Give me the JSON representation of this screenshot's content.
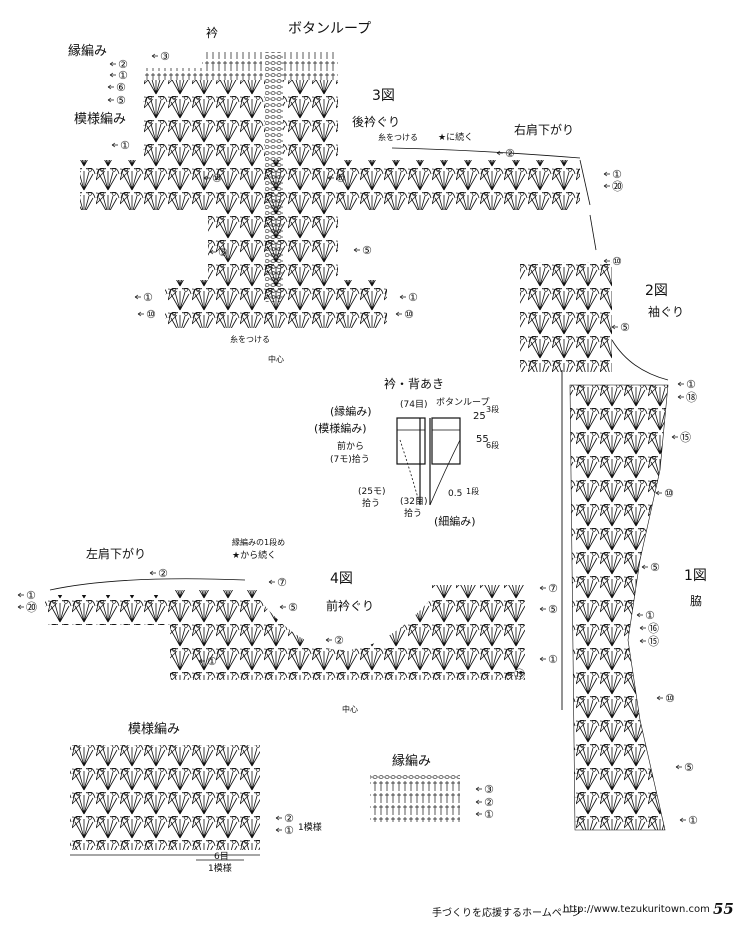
{
  "labels": {
    "fig3": "3図",
    "fig2": "2図",
    "fig4": "4図",
    "fig1": "1図",
    "collar": "衿",
    "button_loop": "ボタンループ",
    "edge_stitch": "縁編み",
    "pattern_stitch": "模様編み",
    "back_neck": "後衿ぐり",
    "attach_yarn": "糸をつける",
    "continue_star": "★に続く",
    "right_shoulder": "右肩下がり",
    "armhole": "袖ぐり",
    "center": "中心",
    "left_shoulder": "左肩下がり",
    "edge_first_row": "縁編みの1段め",
    "continue_from_star": "★から続く",
    "front_neck": "前衿ぐり",
    "side": "脇",
    "inset_title": "衿・背あき",
    "inset_edge": "(縁編み)",
    "inset_pattern": "(模様編み)",
    "inset_74": "(74目)",
    "inset_from_front": "前から",
    "inset_7mo": "(7モ)拾う",
    "inset_25mo": "(25モ)",
    "inset_pick": "拾う",
    "inset_32": "(32目)",
    "inset_pick2": "拾う",
    "inset_fine": "(細編み)",
    "inset_loop": "ボタンループ",
    "inset_25": "25",
    "inset_55": "55",
    "inset_3dan": "3段",
    "inset_6dan": "6段",
    "inset_05": "0.5",
    "inset_1dan": "1段",
    "swatch_title": "模様編み",
    "swatch_1moyo": "1模様",
    "swatch_6me": "6目",
    "swatch_1moyo2": "1模様",
    "edge_swatch_title": "縁編み"
  },
  "footer": {
    "text": "手づくりを応援するホームページ",
    "url": "http://www.tezukuritown.com",
    "page_number": "55"
  },
  "circled": {
    "c1": "①",
    "c2": "②",
    "c3": "③",
    "c5": "⑤",
    "c6": "⑥",
    "c7": "⑦",
    "c10": "⑩",
    "c15": "⑮",
    "c16": "⑯",
    "c18": "⑱",
    "c20": "⑳"
  }
}
